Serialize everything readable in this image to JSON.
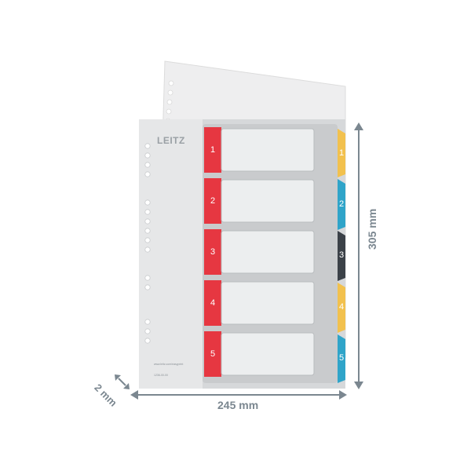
{
  "product": {
    "brand": "LEITZ",
    "index_numbers": [
      "1",
      "2",
      "3",
      "4",
      "5"
    ],
    "tab_numbers": [
      "1",
      "2",
      "3",
      "4",
      "5"
    ],
    "tab_colors": [
      "#f2c14e",
      "#2fa4c9",
      "#3b4148",
      "#f2c14e",
      "#2fa4c9"
    ],
    "accent_color": "#e63741",
    "footer_url": "www.leitz.com/easyprint",
    "footer_code": "1236-00-00"
  },
  "dimensions": {
    "height_label": "305 mm",
    "width_label": "245 mm",
    "depth_label": "2 mm"
  }
}
